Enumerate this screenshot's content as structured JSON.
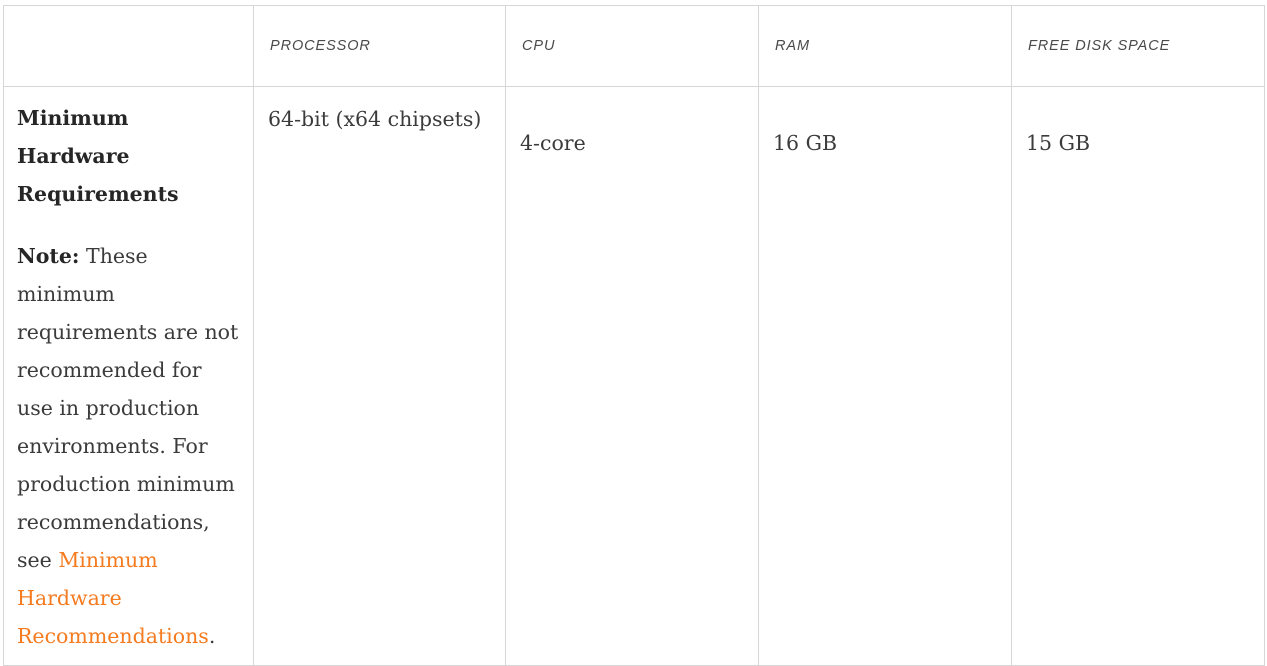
{
  "table": {
    "columns": [
      {
        "key": "label",
        "header": ""
      },
      {
        "key": "processor",
        "header": "PROCESSOR"
      },
      {
        "key": "cpu",
        "header": "CPU"
      },
      {
        "key": "ram",
        "header": "RAM"
      },
      {
        "key": "disk",
        "header": "FREE DISK SPACE"
      }
    ],
    "rows": [
      {
        "label_title": "Minimum Hardware Requirements",
        "note_label": "Note:",
        "note_text_before_link": " These minimum requirements are not recommended for use in production environments. For production minimum recommendations, see ",
        "note_link_text": "Minimum Hardware Recommendations",
        "note_text_after_link": ".",
        "processor": "64-bit (x64 chipsets)",
        "cpu": "4-core",
        "ram": "16 GB",
        "disk": "15 GB"
      }
    ]
  },
  "colors": {
    "link": "#f47b20",
    "border": "#d6d6d6",
    "header_text": "#4a4a4a",
    "body_text": "#3b3b3b",
    "heading_text": "#262626",
    "background": "#ffffff"
  }
}
